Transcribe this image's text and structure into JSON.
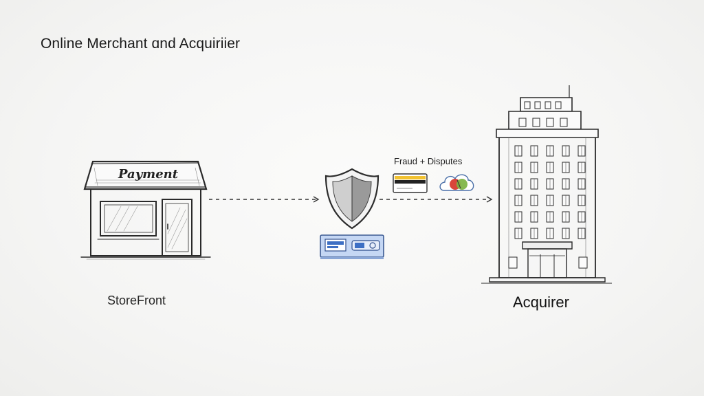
{
  "title": "Online Merchant ɑnd Acquiriier",
  "nodes": {
    "storefront": {
      "label": "StoreFront",
      "sign_text": "Payment"
    },
    "gateway": {
      "icon": "shield-icon"
    },
    "acquirer": {
      "label": "Acquirer",
      "icon": "bank-building-icon"
    }
  },
  "annotation": {
    "text": "Fraud + Disputes",
    "icons": [
      "credit-card-icon",
      "cloud-icon"
    ]
  },
  "colors": {
    "ink": "#2a2a2a",
    "card_blue": "#3d6fc4",
    "terminal_blue": "#bcd0f0",
    "cloud_red": "#d9453a",
    "cloud_green": "#7cb342",
    "card_yellow": "#f2c230"
  }
}
